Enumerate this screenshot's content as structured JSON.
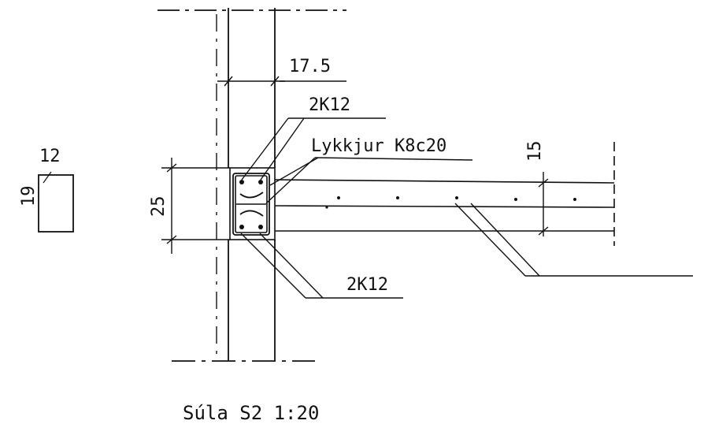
{
  "drawing": {
    "title": "Súla S2 1:20",
    "labels": {
      "column_width": "17.5",
      "top_bars": "2K12",
      "stirrups": "Lykkjur K8c20",
      "bottom_bars": "2K12",
      "slab_thickness": "15",
      "beam_height": "25",
      "small_section_width": "12",
      "small_section_height": "19"
    }
  }
}
